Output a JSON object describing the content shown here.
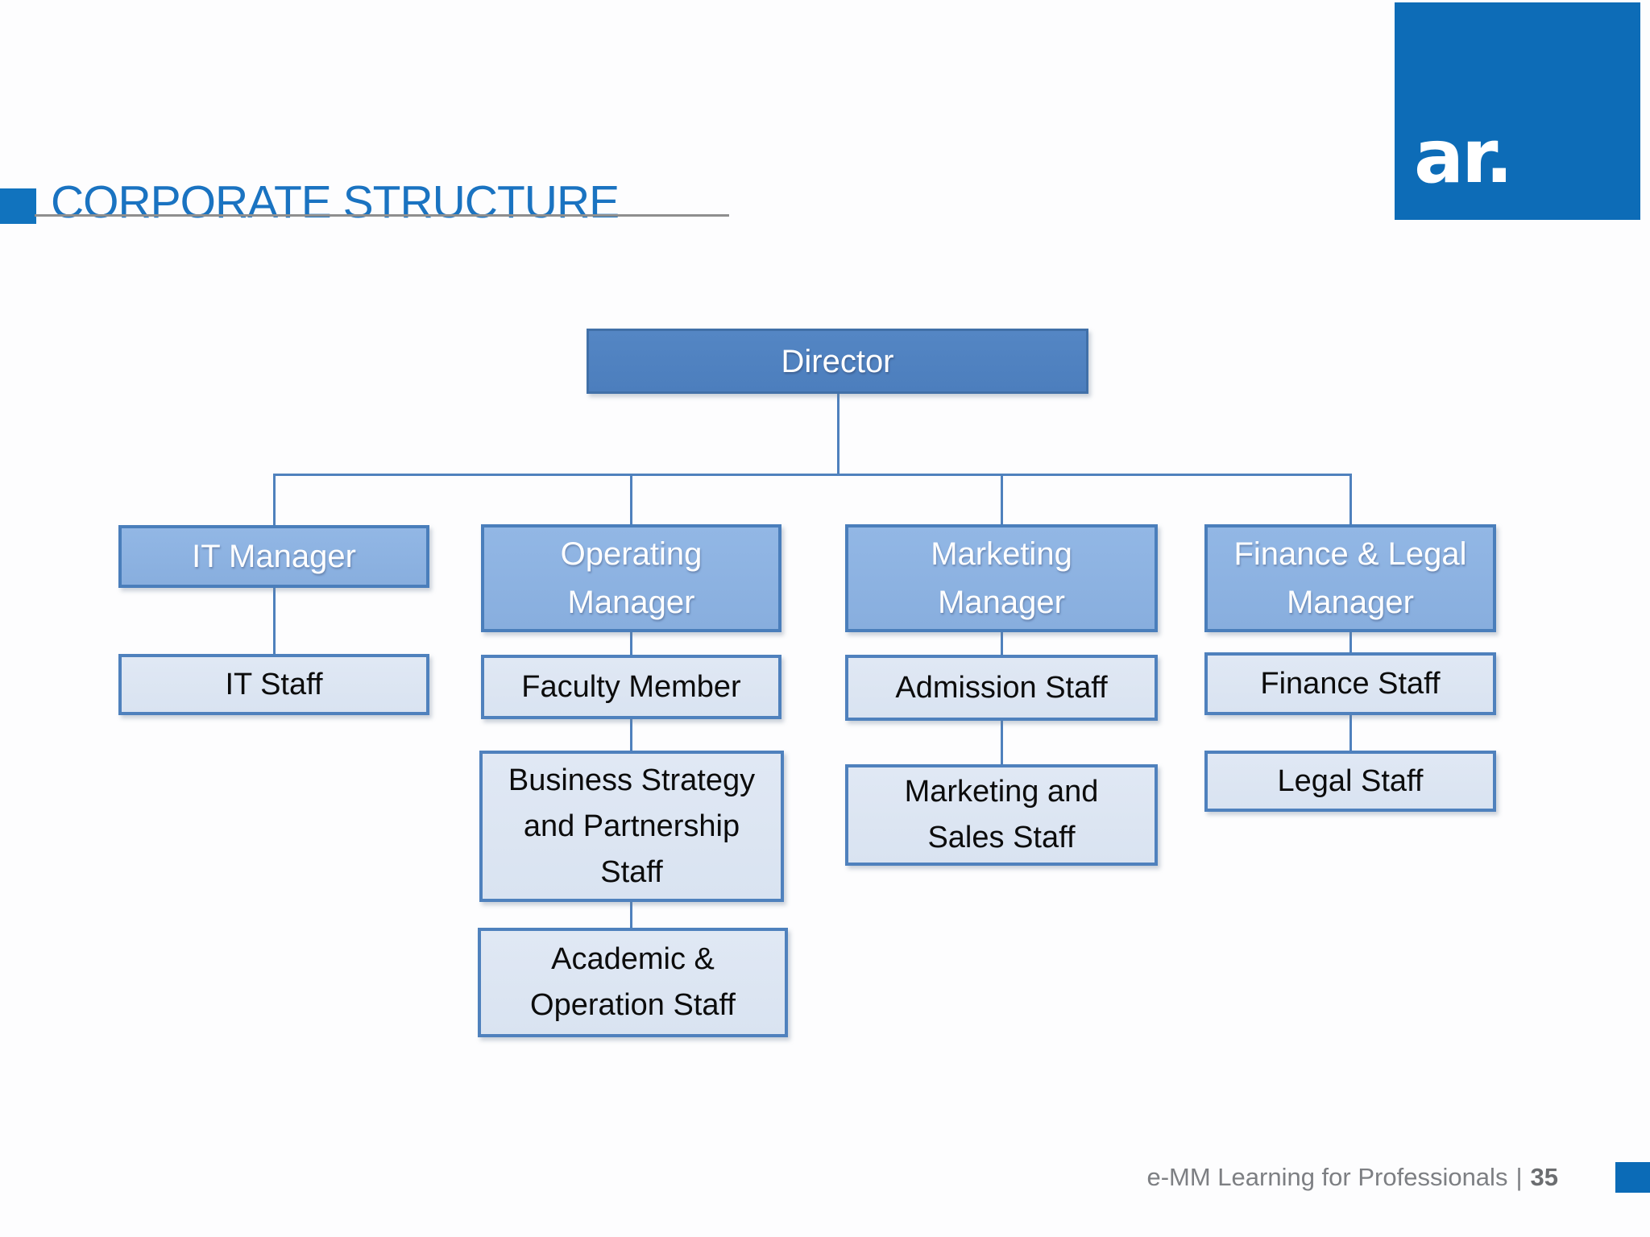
{
  "title": "CORPORATE STRUCTURE",
  "logo": {
    "text": "ar."
  },
  "footer": {
    "text": "e-MM Learning for Professionals",
    "separator": "|",
    "page_number": "35"
  },
  "colors": {
    "title_blue": "#1a73c1",
    "logo_blue": "#0d6cb7",
    "director_fill": "#4c7ebd",
    "manager_fill": "#8db3e2",
    "staff_fill": "#dce6f2",
    "box_border": "#4a7ebb",
    "connector": "#4f81bd",
    "footer_gray": "#7d7f83"
  },
  "org_chart": {
    "type": "org-tree",
    "nodes": {
      "director": {
        "label": "Director",
        "role": "root"
      },
      "it_manager": {
        "label": "IT Manager",
        "role": "manager"
      },
      "operating_manager": {
        "label": "Operating\nManager",
        "role": "manager"
      },
      "marketing_manager": {
        "label": "Marketing\nManager",
        "role": "manager"
      },
      "finance_legal_manager": {
        "label": "Finance & Legal\nManager",
        "role": "manager"
      },
      "it_staff": {
        "label": "IT Staff",
        "role": "staff"
      },
      "faculty_member": {
        "label": "Faculty Member",
        "role": "staff"
      },
      "business_strategy": {
        "label": "Business Strategy\nand Partnership\nStaff",
        "role": "staff"
      },
      "academic_operation": {
        "label": "Academic &\nOperation Staff",
        "role": "staff"
      },
      "admission_staff": {
        "label": "Admission Staff",
        "role": "staff"
      },
      "marketing_sales": {
        "label": "Marketing and\nSales Staff",
        "role": "staff"
      },
      "finance_staff": {
        "label": "Finance Staff",
        "role": "staff"
      },
      "legal_staff": {
        "label": "Legal Staff",
        "role": "staff"
      }
    },
    "edges": [
      [
        "director",
        "it_manager"
      ],
      [
        "director",
        "operating_manager"
      ],
      [
        "director",
        "marketing_manager"
      ],
      [
        "director",
        "finance_legal_manager"
      ],
      [
        "it_manager",
        "it_staff"
      ],
      [
        "operating_manager",
        "faculty_member"
      ],
      [
        "faculty_member",
        "business_strategy"
      ],
      [
        "business_strategy",
        "academic_operation"
      ],
      [
        "marketing_manager",
        "admission_staff"
      ],
      [
        "admission_staff",
        "marketing_sales"
      ],
      [
        "finance_legal_manager",
        "finance_staff"
      ],
      [
        "finance_staff",
        "legal_staff"
      ]
    ]
  }
}
